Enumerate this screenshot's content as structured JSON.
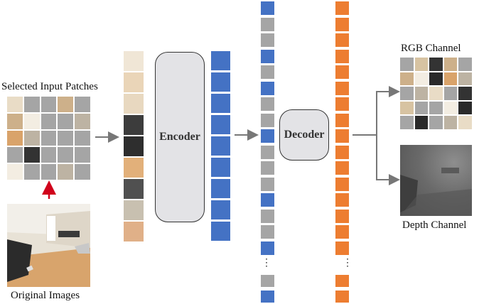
{
  "labels": {
    "selected_patches": "Selected Input Patches",
    "original_images": "Original Images",
    "encoder": "Encoder",
    "decoder": "Decoder",
    "rgb_channel": "RGB Channel",
    "depth_channel": "Depth Channel",
    "ellipsis": "⋮"
  },
  "colors": {
    "blue": "#4472c4",
    "gray": "#a5a5a5",
    "orange": "#ed7d31",
    "arrow": "#777777",
    "red_arrow": "#d0021b",
    "module_fill": "#e3e3e6"
  },
  "input_grid_mask": [
    [
      1,
      0,
      0,
      1,
      0
    ],
    [
      1,
      1,
      0,
      0,
      1
    ],
    [
      1,
      1,
      0,
      0,
      0
    ],
    [
      0,
      1,
      0,
      0,
      0
    ],
    [
      1,
      0,
      0,
      1,
      0
    ]
  ],
  "rgb_grid_mask": [
    [
      0,
      1,
      1,
      1,
      0
    ],
    [
      1,
      1,
      1,
      1,
      1
    ],
    [
      0,
      1,
      1,
      0,
      1
    ],
    [
      1,
      0,
      0,
      1,
      1
    ],
    [
      0,
      1,
      0,
      1,
      1
    ]
  ],
  "mid_column_colors": [
    "blue",
    "gray",
    "gray",
    "blue",
    "gray",
    "blue",
    "gray",
    "gray",
    "blue",
    "gray",
    "gray",
    "gray",
    "blue",
    "gray",
    "gray",
    "blue"
  ],
  "mid_column_tail": [
    "gray",
    "blue"
  ],
  "orange_column_count": 16,
  "orange_column_tail_count": 2,
  "patch_strip_tones": [
    "#f0e6d6",
    "#ead5b8",
    "#e8d8c0",
    "#3c3c3c",
    "#2e2e2e",
    "#e2b07a",
    "#505050",
    "#c8c0b0",
    "#e0b088"
  ],
  "encoder_token_count": 9
}
